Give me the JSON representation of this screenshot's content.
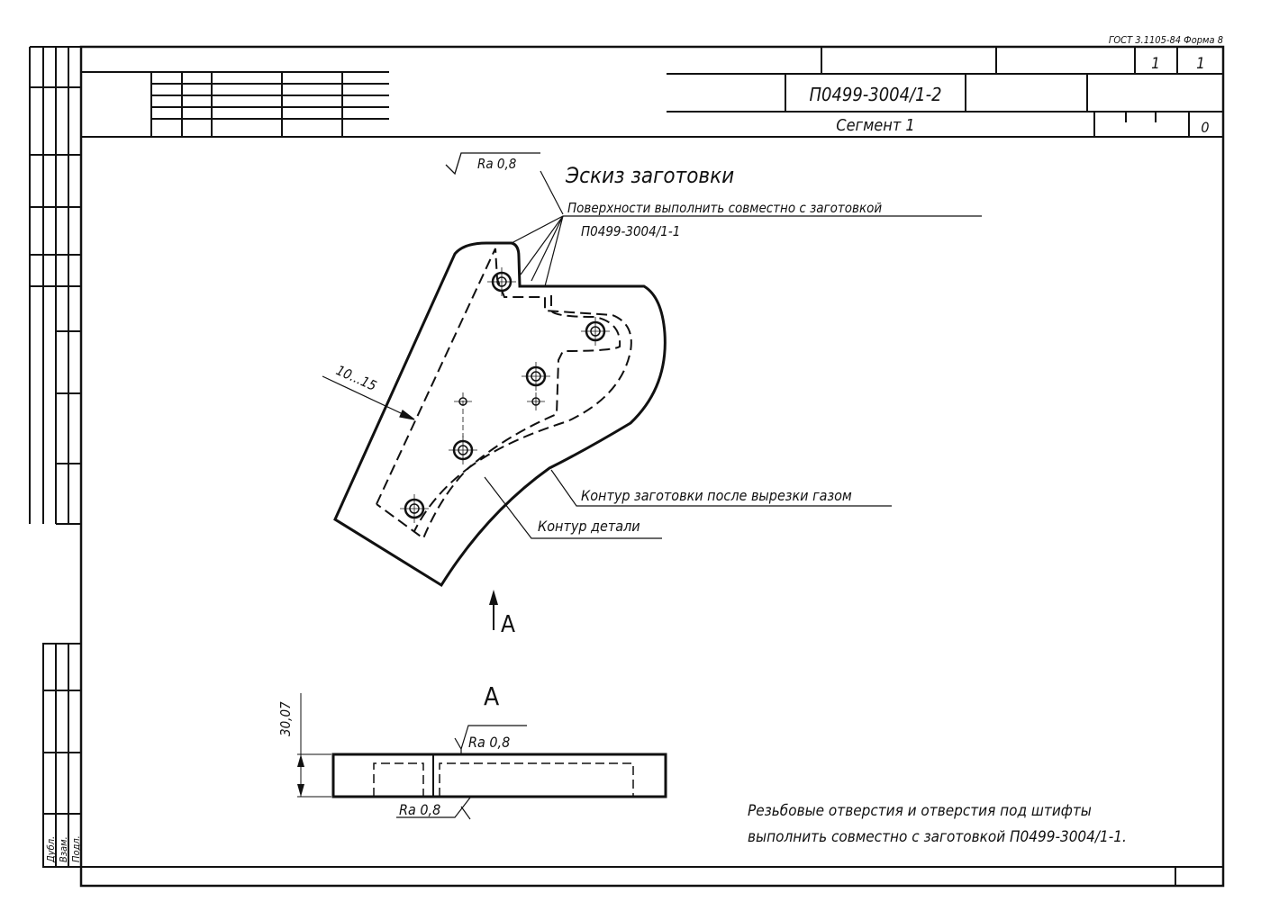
{
  "form_standard": "ГОСТ 3.1105-84 Форма 8",
  "title_block": {
    "sheet": "1",
    "sheets": "1",
    "document_number": "П0499-3004/1-2",
    "operation_name": "Сегмент 1",
    "code": "0"
  },
  "side_labels": [
    "Дубл.",
    "Взам.",
    "Подл."
  ],
  "drawing": {
    "heading": "Эскиз заготовки",
    "note_surfaces_line1": "Поверхности выполнить совместно с заготовкой",
    "note_surfaces_line2": "П0499-3004/1-1",
    "roughness_top": "Ra 0,8",
    "dimension_offset": "10...15",
    "label_gas_cut": "Контур заготовки после вырезки газом",
    "label_part": "Контур детали",
    "view_arrow_label": "A",
    "view_title": "A",
    "dimension_thickness": "30,07",
    "roughness_view_top": "Ra 0,8",
    "roughness_view_bottom": "Ra 0,8",
    "note_bottom_line1": "Резьбовые отверстия и отверстия под штифты",
    "note_bottom_line2": "выполнить совместно с заготовкой П0499-3004/1-1."
  }
}
